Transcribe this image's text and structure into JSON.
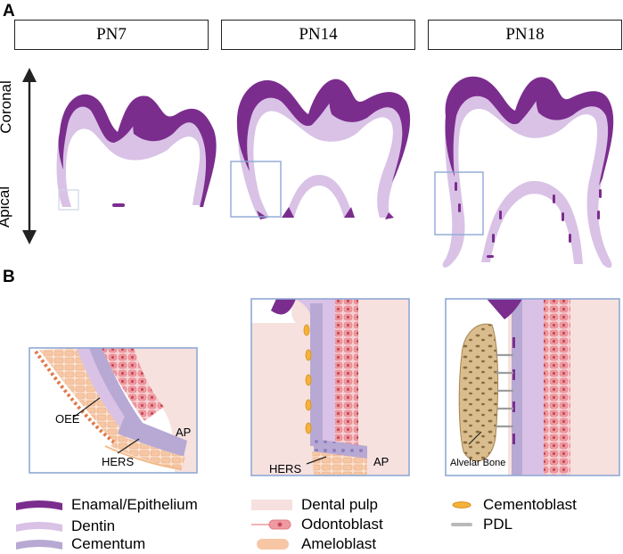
{
  "panels": {
    "a_label": "A",
    "b_label": "B"
  },
  "stages": [
    "PN7",
    "PN14",
    "PN18"
  ],
  "axis": {
    "top": "Coronal",
    "bottom": "Apical"
  },
  "annotations": {
    "oee": "OEE",
    "ap": "AP",
    "hers": "HERS",
    "ap2": "AP",
    "hers2": "HERS",
    "bone": "Alvelar Bone"
  },
  "legend": [
    {
      "label": "Enamal/Epithelium",
      "icon": "enamel-swatch",
      "color": "#7b2d8e"
    },
    {
      "label": "Dentin",
      "icon": "dentin-swatch",
      "color": "#d9c2e6"
    },
    {
      "label": "Cementum",
      "icon": "cementum-swatch",
      "color": "#b7a9d3"
    },
    {
      "label": "Dental pulp",
      "icon": "pulp-swatch",
      "color": "#f6e1df"
    },
    {
      "label": "Odontoblast",
      "icon": "odontoblast-icon",
      "color": "#f3a5a8"
    },
    {
      "label": "Ameloblast",
      "icon": "ameloblast-icon",
      "color": "#f7c7a5"
    },
    {
      "label": "Cementoblast",
      "icon": "cementoblast-icon",
      "color": "#f4b23b"
    },
    {
      "label": "PDL",
      "icon": "pdl-icon",
      "color": "#b9b9b9"
    }
  ],
  "colors": {
    "enamel": "#7b2d8e",
    "dentin": "#d9c2e6",
    "cementum": "#b7a9d3",
    "pulp": "#f6e1df",
    "odontoblast": "#ef8f95",
    "ameloblast": "#f7c7a5",
    "frame": "#8fa8d6",
    "bone": "#d8b98a"
  }
}
